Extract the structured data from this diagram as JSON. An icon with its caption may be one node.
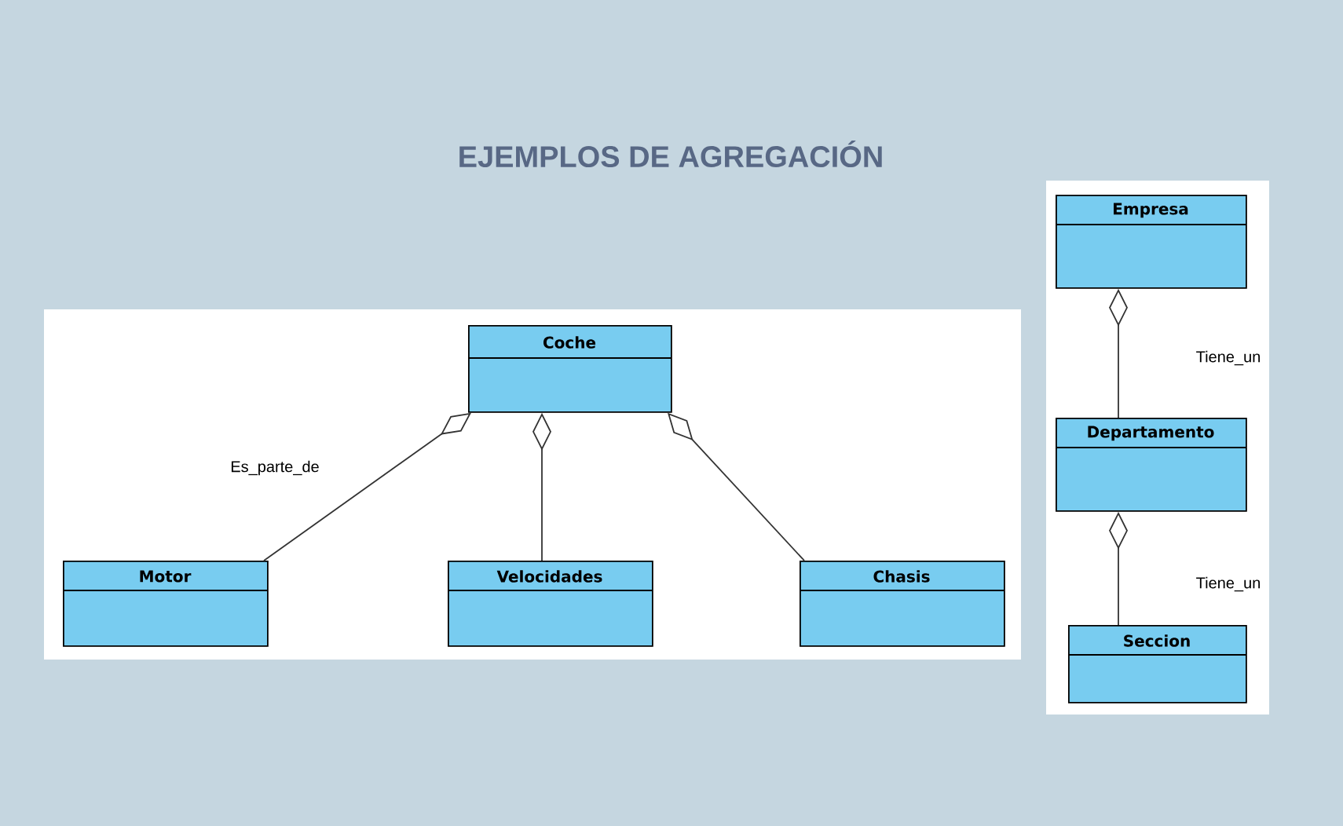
{
  "diagram": {
    "title": "EJEMPLOS DE AGREGACIÓN",
    "nodes": [
      {
        "text": [
          "Coche"
        ]
      },
      {
        "text": [
          "Motor"
        ]
      },
      {
        "text": [
          "Velocidades"
        ]
      },
      {
        "text": [
          "Chasis"
        ]
      },
      {
        "text": [
          "Empresa"
        ]
      },
      {
        "text": [
          "Departamento"
        ]
      },
      {
        "text": [
          "Seccion"
        ]
      }
    ],
    "edges": [
      {
        "from": 0,
        "to": 1,
        "arrow": "other",
        "label": "Es_parte_de"
      },
      {
        "from": 0,
        "to": 2,
        "arrow": "other"
      },
      {
        "from": 0,
        "to": 3,
        "arrow": "other"
      },
      {
        "from": 4,
        "to": 5,
        "arrow": "other",
        "label": "Tiene_un"
      },
      {
        "from": 5,
        "to": 6,
        "arrow": "other",
        "label": "Tiene_un"
      }
    ]
  }
}
